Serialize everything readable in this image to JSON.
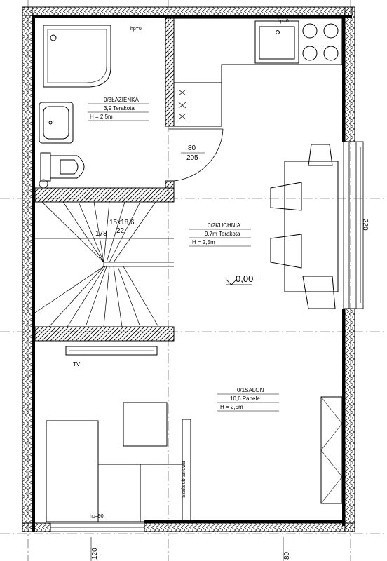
{
  "colors": {
    "line": "#000000",
    "axis": "#444444",
    "hatch": "#000000",
    "background": "#ffffff"
  },
  "rooms": {
    "bathroom": {
      "name": "0/3ŁAZIENKA",
      "area": "3,9 Terakota",
      "height": "H = 2,5m"
    },
    "kitchen": {
      "name": "0/2KUCHNIA",
      "area": "9,7m Terakota",
      "height": "H = 2,5m"
    },
    "living": {
      "name": "0/1SALON",
      "area": "10,6 Panele",
      "height": "H = 2,5m"
    }
  },
  "labels": {
    "floor_level": "0,00=",
    "door": "80",
    "door_height": "205",
    "stairs_dims": "15x18,6",
    "stairs_count": "22",
    "stairs_width": "178",
    "tv": "TV",
    "wardrobe": "Szafa ubraniowa",
    "window_right": "220",
    "hp_top_left": "hp=0",
    "hp_top_right": "hp=0",
    "hp_bottom": "hp=90",
    "bottom_dim_left": "120",
    "bottom_dim_right": "80"
  },
  "icons": [
    "shower-icon",
    "sink-icon",
    "toilet-icon",
    "stove-icon",
    "kitchen-sink-icon",
    "chair-icon",
    "door-swing-icon",
    "level-marker-icon"
  ]
}
